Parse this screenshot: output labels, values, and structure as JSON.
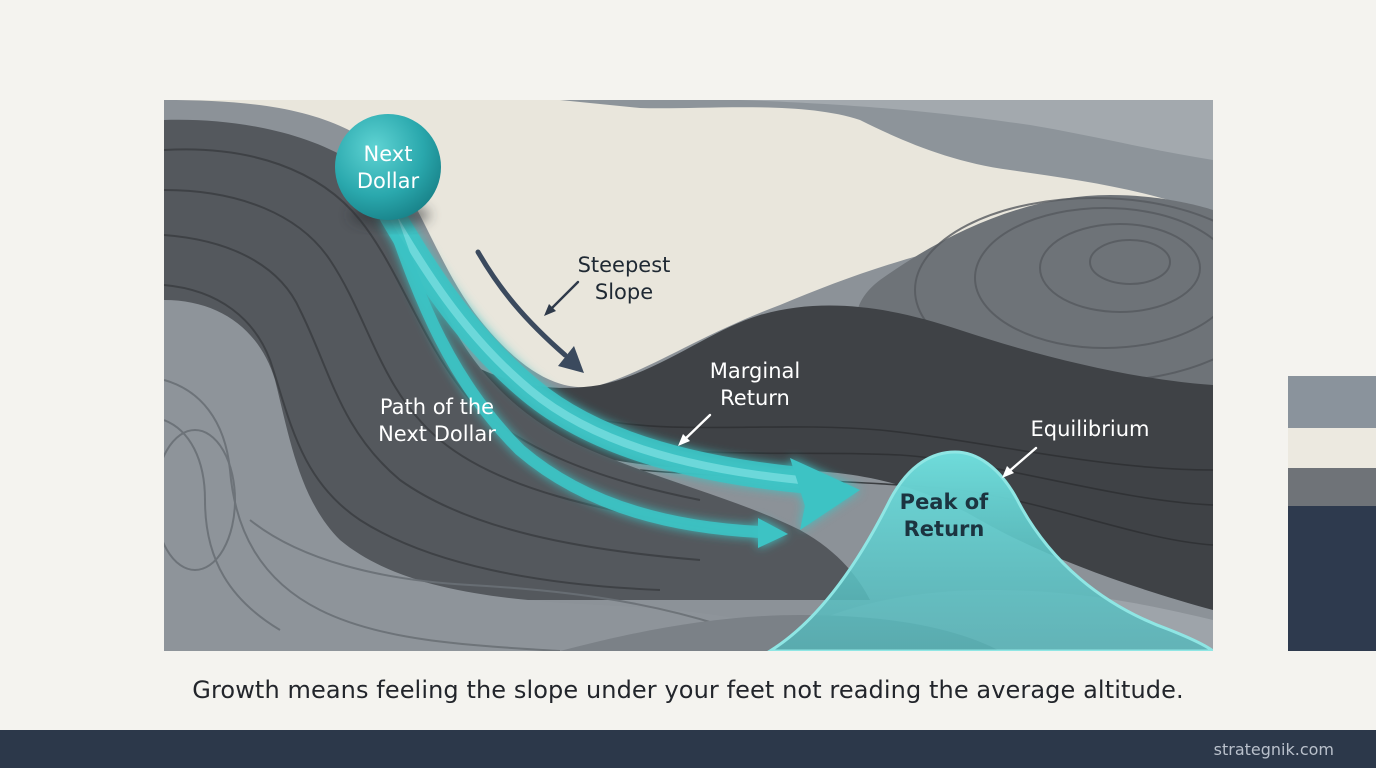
{
  "labels": {
    "ball_line1": "Next",
    "ball_line2": "Dollar",
    "steepest_line1": "Steepest",
    "steepest_line2": "Slope",
    "marginal_line1": "Marginal",
    "marginal_line2": "Return",
    "path_line1": "Path of the",
    "path_line2": "Next Dollar",
    "equilibrium": "Equilibrium",
    "peak_line1": "Peak of",
    "peak_line2": "Return"
  },
  "caption": "Growth means feeling the slope under your feet not reading the average altitude.",
  "footer": {
    "url": "strategnik.com"
  },
  "colors": {
    "background": "#f4f3ef",
    "teal": "#36b6b9",
    "teal_light": "#6fd6d6",
    "slate_dark": "#3f4246",
    "slate_mid": "#7d8389",
    "slate_light": "#a6abb0",
    "cream": "#e9e6dc",
    "navy": "#2c384a",
    "swatches": [
      "#8a939c",
      "#ece9e0",
      "#6f7378",
      "#2e3a4e"
    ]
  }
}
